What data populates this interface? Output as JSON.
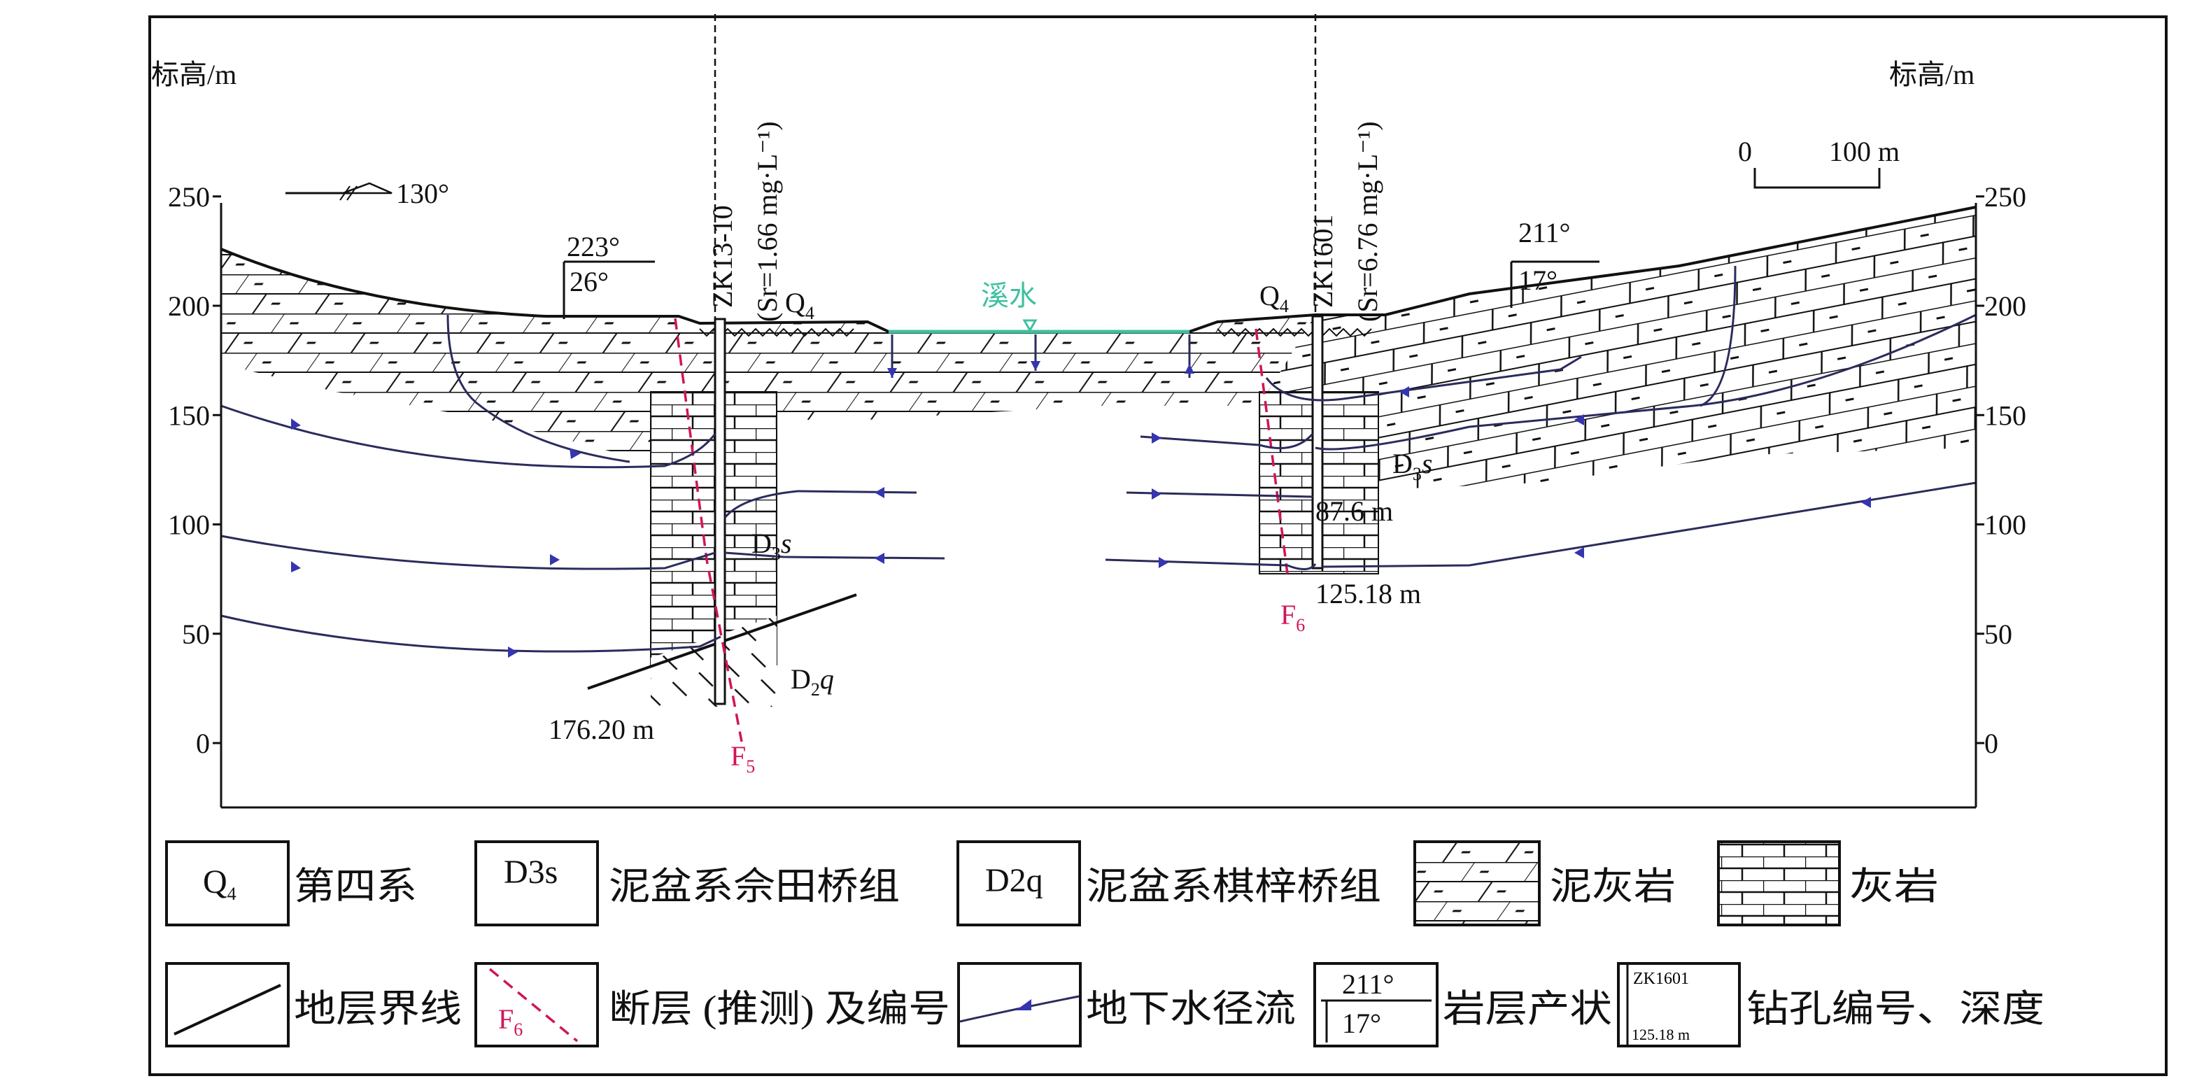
{
  "axis": {
    "left_label": "标高/m",
    "right_label": "标高/m",
    "ticks": [
      "250",
      "200",
      "150",
      "100",
      "50",
      "0"
    ]
  },
  "orientation": {
    "label": "130°"
  },
  "scale": {
    "zero": "0",
    "end": "100 m"
  },
  "boreholes": [
    {
      "id": "ZK13-10",
      "sr": "(Sr=1.66 mg·L⁻¹)",
      "depth": "176.20 m"
    },
    {
      "id": "ZK1601",
      "sr": "(Sr=6.76 mg·L⁻¹)",
      "depth": "125.18 m",
      "extra_depth": "87.6 m"
    }
  ],
  "attitudes": [
    {
      "dir": "223°",
      "dip": "26°"
    },
    {
      "dir": "211°",
      "dip": "17°"
    }
  ],
  "labels": {
    "q4_main": "Q",
    "q4_sub": "4",
    "d3s_main": "D",
    "d3s_sub": "3",
    "d3s_s": "s",
    "d2q_main": "D",
    "d2q_sub": "2",
    "d2q_q": "q",
    "f5_main": "F",
    "f5_sub": "5",
    "f6_main": "F",
    "f6_sub": "6",
    "stream": "溪水"
  },
  "legend": [
    {
      "symbol": "Q4",
      "label": "第四系"
    },
    {
      "symbol": "D3s",
      "label": "泥盆系佘田桥组"
    },
    {
      "symbol": "D2q",
      "label": "泥盆系棋梓桥组"
    },
    {
      "symbol": "marl-pattern",
      "label": "泥灰岩"
    },
    {
      "symbol": "limestone-pattern",
      "label": "灰岩"
    },
    {
      "symbol": "boundary-line",
      "label": "地层界线"
    },
    {
      "symbol": "fault-line",
      "label": "断层 (推测) 及编号"
    },
    {
      "symbol": "flow-line",
      "label": "地下水径流"
    },
    {
      "symbol": "attitude",
      "label": "岩层产状",
      "dir": "211°",
      "dip": "17°"
    },
    {
      "symbol": "borehole",
      "label": "钻孔编号、深度",
      "id": "ZK1601",
      "depth": "125.18 m"
    }
  ],
  "colors": {
    "fault": "#d0155a",
    "flow": "#2b2b5e",
    "arrow": "#3535b0",
    "stream": "#40c0a0"
  }
}
